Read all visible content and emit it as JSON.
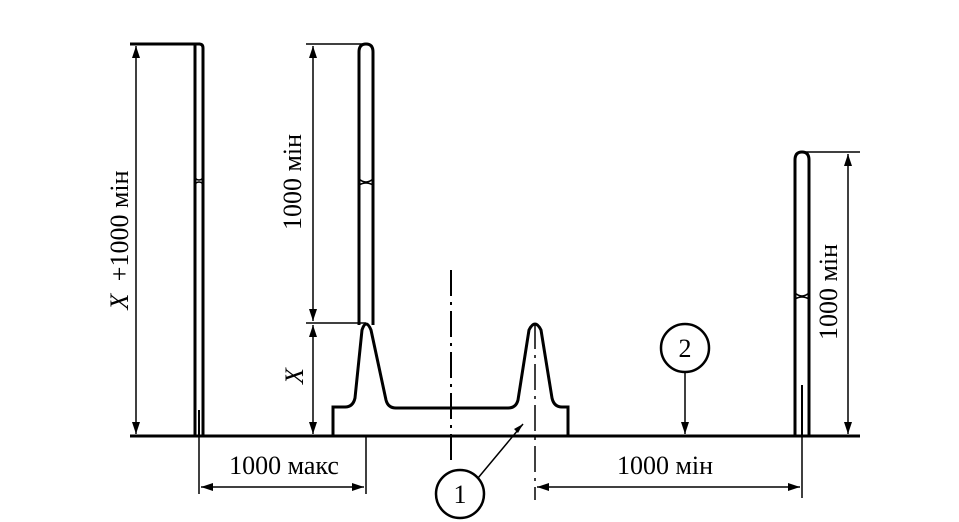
{
  "labels": {
    "left_height_x": "X",
    "left_height_rest": "+1000 мін",
    "upper_rail_height": "1000 мін",
    "x_mark": "X",
    "right_height": "1000 мін",
    "left_spacing": "1000 макс",
    "right_spacing": "1000 мін",
    "callout_1": "1",
    "callout_2": "2"
  },
  "colors": {
    "ink": "#000000",
    "background": "#ffffff"
  }
}
